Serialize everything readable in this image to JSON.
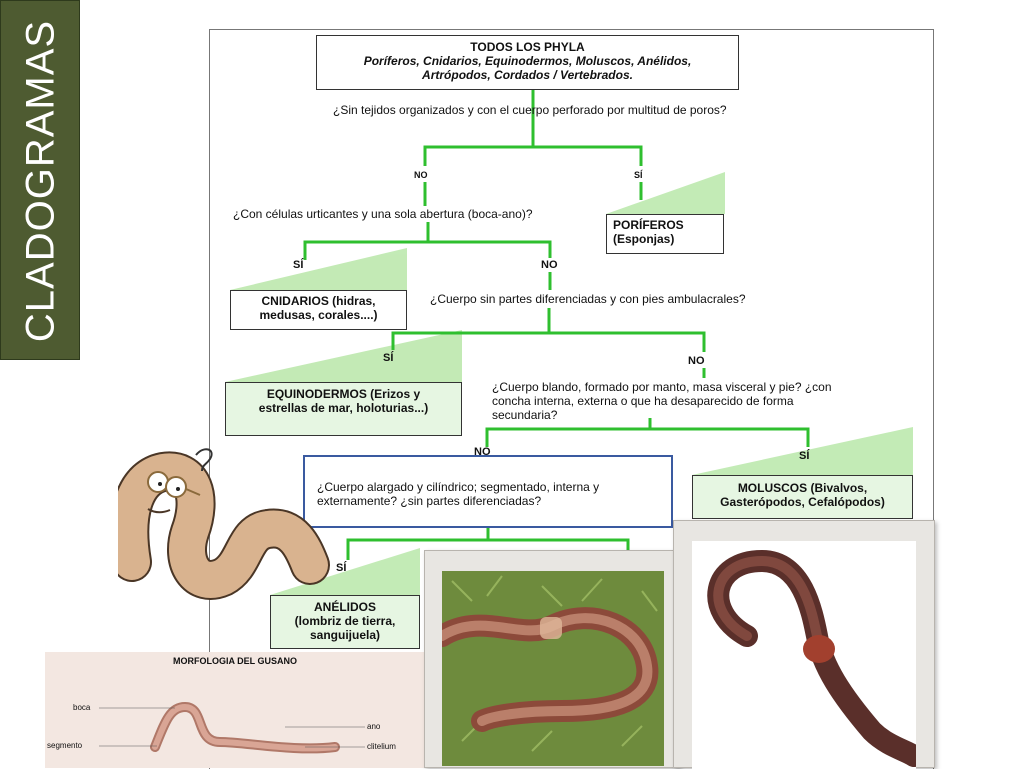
{
  "slide_title": "CLADOGRAMAS",
  "root_box": {
    "title": "TODOS LOS PHYLA",
    "lines": [
      "Poríferos, Cnidarios, Equinodermos, Moluscos, Anélidos,",
      "Artrópodos, Cordados / Vertebrados."
    ]
  },
  "questions": {
    "q1": "¿Sin tejidos organizados y con el  cuerpo perforado por multitud de poros?",
    "q2": "¿Con células urticantes y una sola abertura (boca-ano)?",
    "q3": "¿Cuerpo sin partes diferenciadas y con pies ambulacrales?",
    "q4": [
      "¿Cuerpo blando, formado por manto, masa visceral y pie? ¿con",
      "concha interna, externa o que ha desaparecido de forma",
      "secundaria?"
    ],
    "q5": [
      "¿Cuerpo alargado y cilíndrico; segmentado, interna y",
      "externamente? ¿sin partes diferenciadas?"
    ]
  },
  "branch_labels": {
    "no1": "NO",
    "si1": "SÍ",
    "si2": "SÍ",
    "no2": "NO",
    "si3": "SÍ",
    "no3": "NO",
    "no4": "NO",
    "si4": "SÍ",
    "si5": "SÍ"
  },
  "result_boxes": {
    "poriferos": [
      "PORÍFEROS",
      "(Esponjas)"
    ],
    "cnidarios": [
      "CNIDARIOS (hidras,",
      "medusas, corales....)"
    ],
    "equinodermos": [
      "EQUINODERMOS (Erizos y",
      "estrellas de mar, holoturias...)"
    ],
    "moluscos": [
      "MOLUSCOS (Bivalvos,",
      "Gasterópodos, Cefalópodos)"
    ],
    "anelidos": [
      "ANÉLIDOS",
      "(lombriz de tierra,",
      "sanguijuela)"
    ]
  },
  "morphology": {
    "title": "MORFOLOGIA DEL GUSANO",
    "labels": {
      "boca": "boca",
      "segmento": "segmento",
      "ano": "ano",
      "clitelium": "clitelium"
    }
  },
  "colors": {
    "title_bg": "#4e5b31",
    "connector": "#2fbf2f",
    "highlight_border": "#3a5aa0",
    "wedge": "#b9e7a9"
  }
}
